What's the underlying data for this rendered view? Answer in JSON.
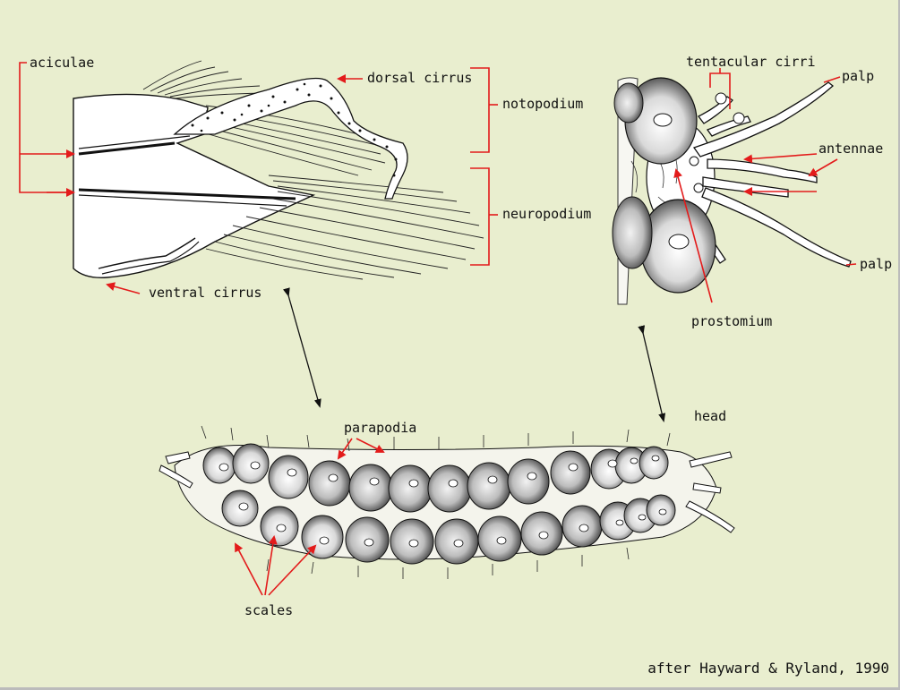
{
  "labels": {
    "aciculae": "aciculae",
    "dorsal_cirrus": "dorsal cirrus",
    "notopodium": "notopodium",
    "neuropodium": "neuropodium",
    "ventral_cirrus": "ventral cirrus",
    "tentacular_cirri": "tentacular cirri",
    "palp_top": "palp",
    "antennae": "antennae",
    "palp_bottom": "palp",
    "prostomium": "prostomium",
    "parapodia": "parapodia",
    "head": "head",
    "scales": "scales"
  },
  "credit": "after Hayward & Ryland, 1990",
  "colors": {
    "background": "#e9eecf",
    "callout": "#e31b1b",
    "ink": "#111111"
  }
}
